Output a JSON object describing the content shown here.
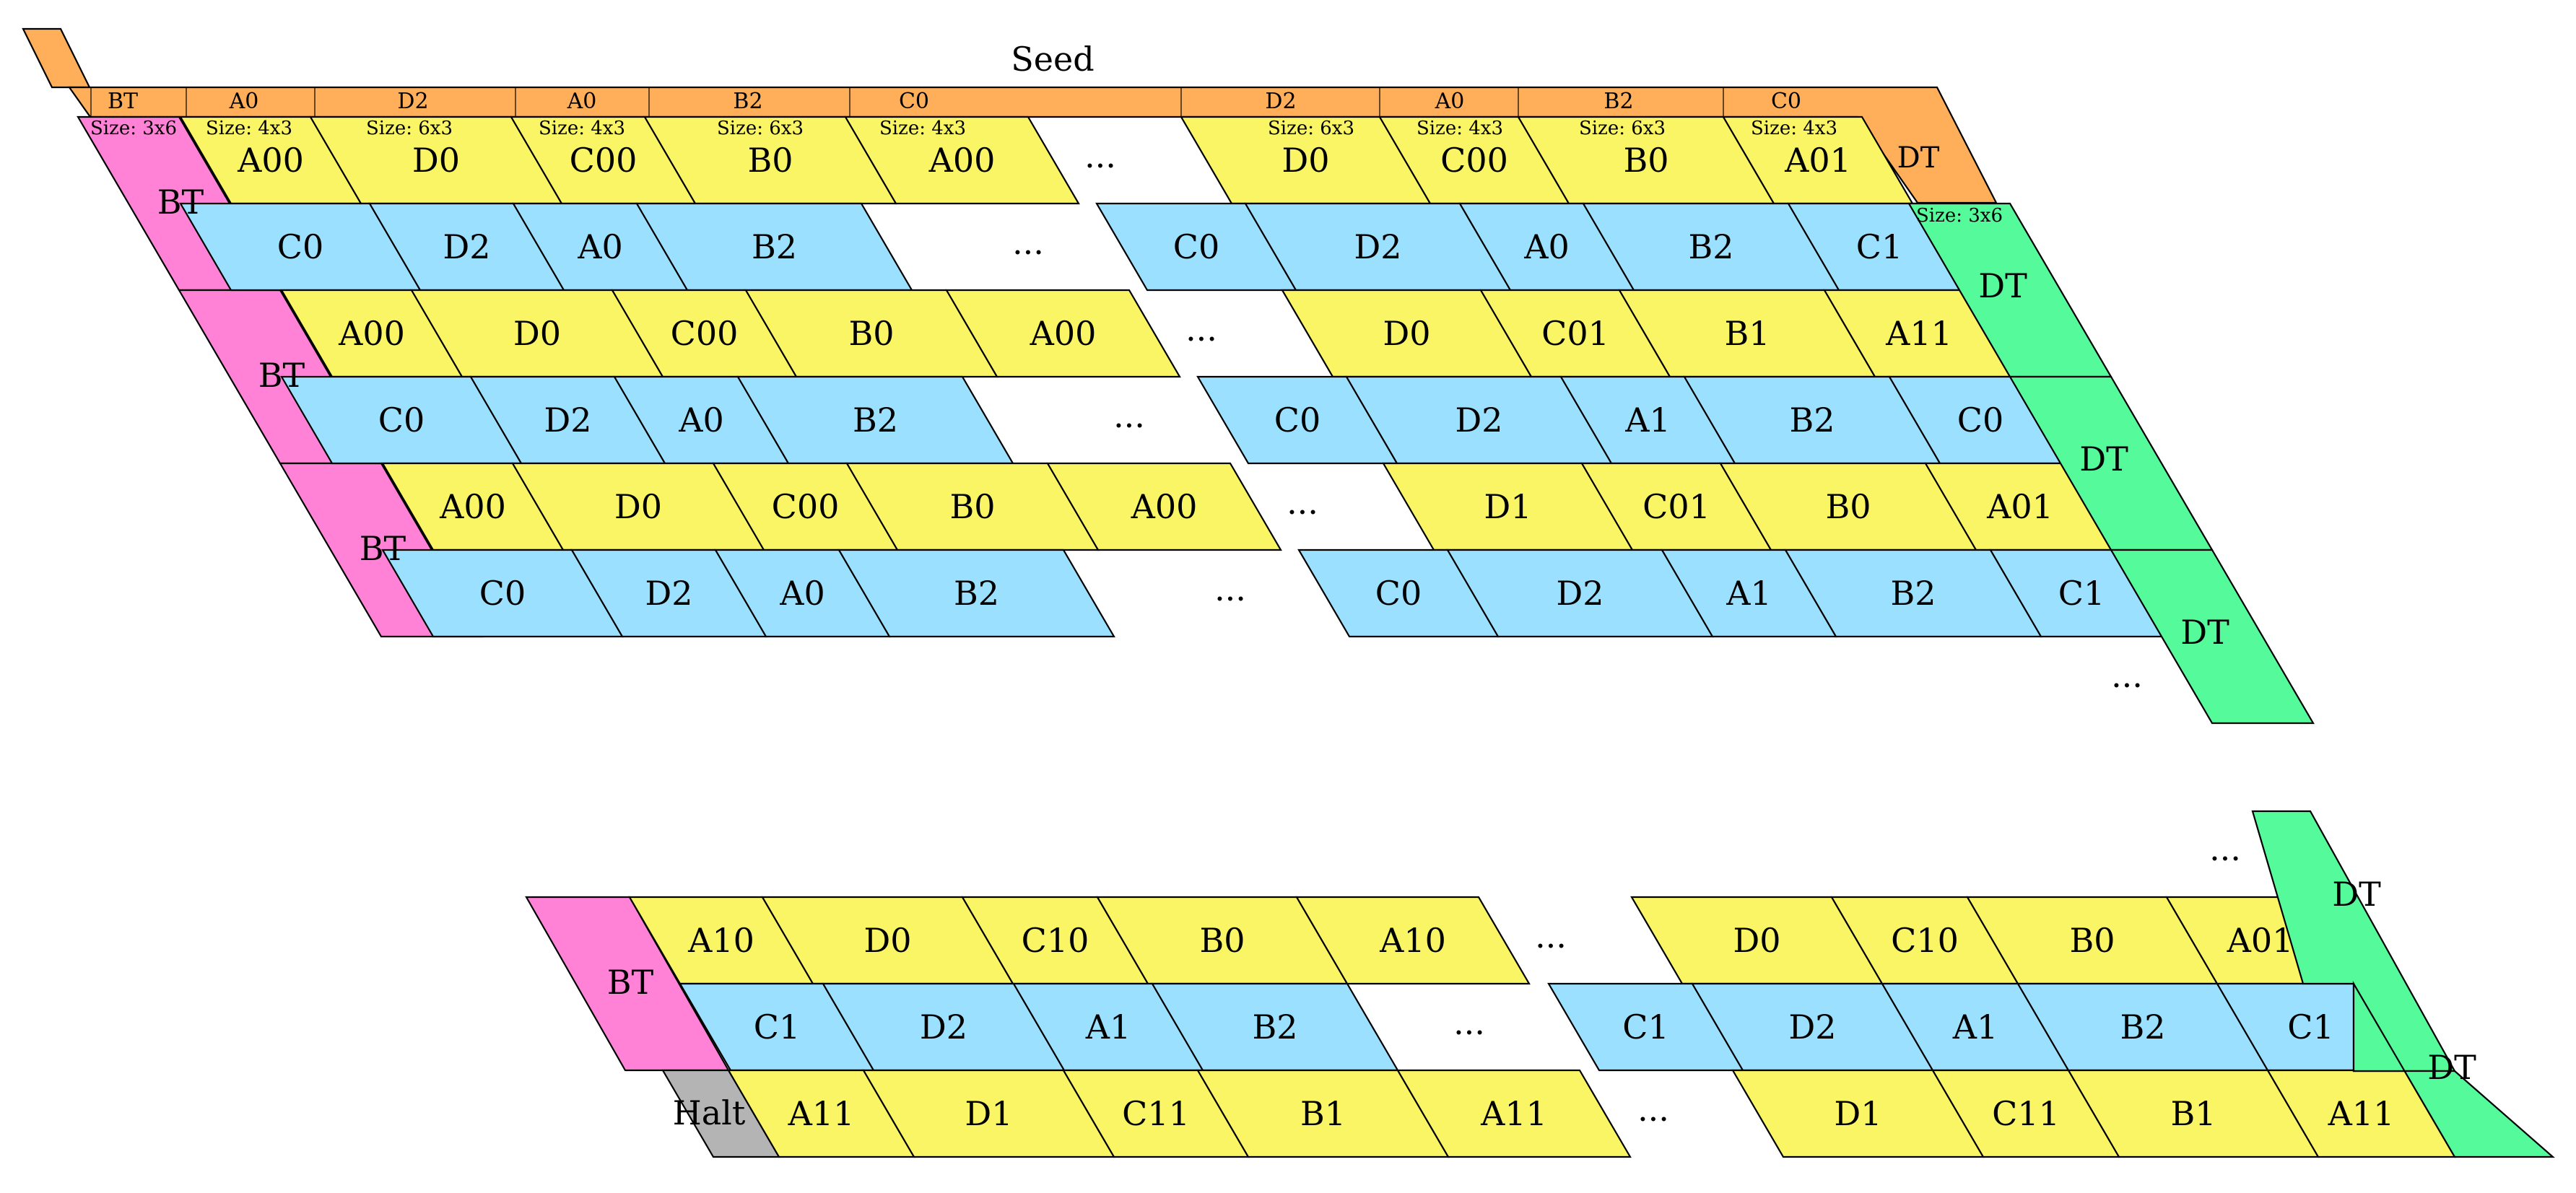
{
  "colors": {
    "seed": "#FFAF5A",
    "bt": "#FF82D7",
    "yellow": "#FAF564",
    "blue": "#9BE1FF",
    "dt": "#55FA9B",
    "halt": "#B4B4B4",
    "stroke": "#000000"
  },
  "seed": {
    "title": "Seed",
    "header_labels": [
      "BT",
      "A0",
      "D2",
      "A0",
      "B2",
      "C0",
      "D2",
      "A0",
      "B2",
      "C0"
    ],
    "size_labels": [
      "Size: 3x6",
      "Size: 4x3",
      "Size: 6x3",
      "Size: 4x3",
      "Size: 6x3",
      "Size: 4x3",
      "Size: 6x3",
      "Size: 4x3",
      "Size: 6x3",
      "Size: 4x3",
      "Size: 3x6"
    ],
    "dt_label": "DT"
  },
  "upper_rows": [
    {
      "left": [
        "A00",
        "D0",
        "C00",
        "B0",
        "A00"
      ],
      "right": [
        "D0",
        "C00",
        "B0",
        "A01"
      ]
    },
    {
      "left": [
        "C0",
        "D2",
        "A0",
        "B2"
      ],
      "right": [
        "C0",
        "D2",
        "A0",
        "B2",
        "C1"
      ]
    },
    {
      "left": [
        "A00",
        "D0",
        "C00",
        "B0",
        "A00"
      ],
      "right": [
        "D0",
        "C01",
        "B1",
        "A11"
      ]
    },
    {
      "left": [
        "C0",
        "D2",
        "A0",
        "B2"
      ],
      "right": [
        "C0",
        "D2",
        "A1",
        "B2",
        "C0"
      ]
    },
    {
      "left": [
        "A00",
        "D0",
        "C00",
        "B0",
        "A00"
      ],
      "right": [
        "D1",
        "C01",
        "B0",
        "A01"
      ]
    },
    {
      "left": [
        "C0",
        "D2",
        "A0",
        "B2"
      ],
      "right": [
        "C0",
        "D2",
        "A1",
        "B2",
        "C1"
      ]
    }
  ],
  "upper_bt": [
    "BT",
    "BT",
    "BT"
  ],
  "upper_dt": [
    "DT",
    "DT",
    "DT"
  ],
  "lower_rows": [
    {
      "left": [
        "A10",
        "D0",
        "C10",
        "B0",
        "A10"
      ],
      "right": [
        "D0",
        "C10",
        "B0",
        "A01"
      ]
    },
    {
      "left": [
        "C1",
        "D2",
        "A1",
        "B2"
      ],
      "right": [
        "C1",
        "D2",
        "A1",
        "B2",
        "C1"
      ]
    },
    {
      "left": [
        "A11",
        "D1",
        "C11",
        "B1",
        "A11"
      ],
      "right": [
        "D1",
        "C11",
        "B1",
        "A11"
      ]
    }
  ],
  "lower_bt": "BT",
  "lower_dt": [
    "DT",
    "DT"
  ],
  "halt_label": "Halt",
  "ellipsis": "..."
}
